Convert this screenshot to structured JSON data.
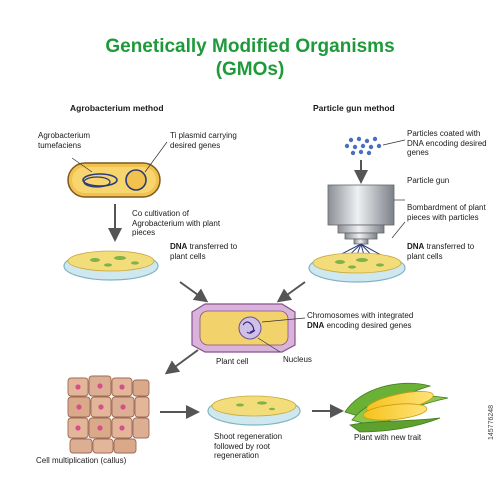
{
  "title": {
    "line1": "Genetically Modified Organisms",
    "line2": "(GMOs)"
  },
  "methods": {
    "agrobacterium": "Agrobacterium method",
    "particle_gun": "Particle gun method"
  },
  "labels": {
    "agrobacterium_tumefaciens": "Agrobacterium tumefaciens",
    "ti_plasmid": "Ti plasmid carrying desired genes",
    "co_cultivation": "Co cultivation of Agrobacterium with plant pieces",
    "dna_transferred_left_bold": "DNA",
    "dna_transferred_left_rest": " transferred to plant cells",
    "particles_coated": "Particles coated with DNA encoding desired genes",
    "particle_gun": "Particle gun",
    "bombardment": "Bombardment of plant pieces with particles",
    "dna_transferred_right_bold": "DNA",
    "dna_transferred_right_rest": " transferred to plant cells",
    "chromosomes_pre": "Chromosomes with integrated ",
    "chromosomes_bold": "DNA",
    "chromosomes_post": " encoding desired genes",
    "plant_cell": "Plant cell",
    "nucleus": "Nucleus",
    "cell_multiplication": "Cell multiplication (callus)",
    "shoot_regeneration": "Shoot regeneration followed by root regeneration",
    "plant_new_trait": "Plant with new trait"
  },
  "stock_id": "145776248",
  "colors": {
    "title": "#1f9a3a",
    "arrow": "#555555",
    "dish": "#b9dde8",
    "medium": "#f3dc7a",
    "bacterium": "#f2c14e",
    "cell_wall": "#b56fb6",
    "callus": "#d9a98a"
  }
}
